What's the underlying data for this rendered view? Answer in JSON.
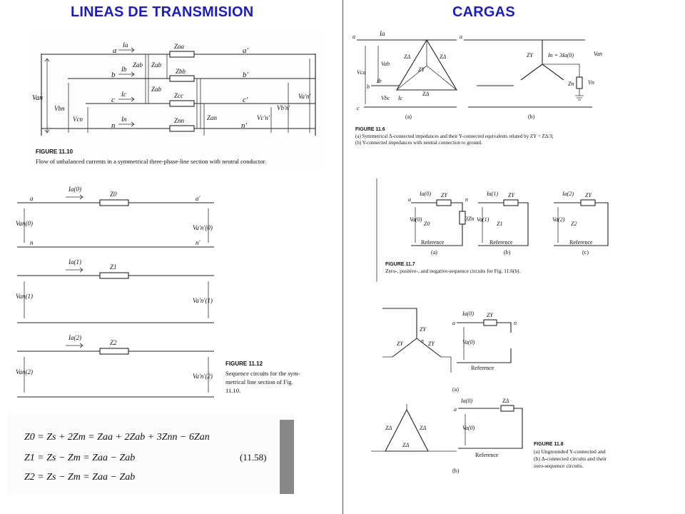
{
  "headings": {
    "left": "LINEAS DE TRANSMISION",
    "right": "CARGAS"
  },
  "fig_11_10": {
    "label": "FIGURE 11.10",
    "caption": "Flow of unbalanced currents in a symmetrical three-phase-line section with neutral conductor.",
    "nodes": {
      "a": "a",
      "b": "b",
      "c": "c",
      "n": "n",
      "a2": "a'",
      "b2": "b'",
      "c2": "c'",
      "n2": "n'"
    },
    "impedances": {
      "aa": "Zaa",
      "bb": "Zbb",
      "cc": "Zcc",
      "nn": "Znn",
      "ab1": "Zab",
      "ab2": "Zab",
      "ab3": "Zab",
      "an": "Zan"
    },
    "currents": {
      "a": "Ia",
      "b": "Ib",
      "c": "Ic",
      "n": "In"
    },
    "voltages": {
      "an": "Van",
      "bn": "Vbn",
      "cn": "Vcn",
      "a2n2": "Va'n'",
      "b2n2": "Vb'n'",
      "c2n2": "Vc'n'"
    }
  },
  "fig_11_12": {
    "label": "FIGURE 11.12",
    "caption": [
      "Sequence circuits for the sym-",
      "metrical line section of Fig.",
      "11.10."
    ],
    "circuits": [
      {
        "current": "Ia(0)",
        "impedance": "Z0",
        "v_left": "Van(0)",
        "v_right": "Va'n'(0)"
      },
      {
        "current": "Ia(1)",
        "impedance": "Z1",
        "v_left": "Van(1)",
        "v_right": "Va'n'(1)"
      },
      {
        "current": "Ia(2)",
        "impedance": "Z2",
        "v_left": "Van(2)",
        "v_right": "Va'n'(2)"
      }
    ],
    "nodes": {
      "a": "a",
      "a2": "a'",
      "n": "n",
      "n2": "n'"
    }
  },
  "equations": {
    "eq0": "Z0 = Zs + 2Zm = Zaa + 2Zab + 3Znn − 6Zan",
    "eq1": "Z1 = Zs − Zm = Zaa − Zab",
    "eq2": "Z2 = Zs − Zm = Zaa − Zab",
    "number": "(11.58)"
  },
  "fig_11_6": {
    "label": "FIGURE 11.6",
    "caption_a": "(a) Symmetrical Δ-connected impedances and their Y-connected equivalents related by ZY = ZΔ/3;",
    "caption_b": "(b) Y-connected impedances with neutral connection to ground.",
    "sub_a": "(a)",
    "sub_b": "(b)",
    "labels": {
      "ia": "Ia",
      "ib": "Ib",
      "ic": "Ic",
      "vab": "Vab",
      "vbc": "Vbc",
      "vca": "Vca",
      "zd": "ZΔ",
      "zy": "ZY",
      "in_eq": "In = 3Ia(0)",
      "vn": "Vn",
      "zn": "Zn",
      "van": "Van",
      "a": "a",
      "b": "b",
      "c": "c"
    }
  },
  "fig_11_7": {
    "label": "FIGURE 11.7",
    "caption": "Zero-, positive-, and negative-sequence circuits for Fig. 11.6(b).",
    "circuits": [
      {
        "current": "Ia(0)",
        "zy": "ZY",
        "v": "Va(0)",
        "z": "Z0",
        "extra": "3Zn",
        "ref": "Reference",
        "sub": "(a)"
      },
      {
        "current": "Ia(1)",
        "zy": "ZY",
        "v": "Va(1)",
        "z": "Z1",
        "extra": "",
        "ref": "Reference",
        "sub": "(b)"
      },
      {
        "current": "Ia(2)",
        "zy": "ZY",
        "v": "Va(2)",
        "z": "Z2",
        "extra": "",
        "ref": "Reference",
        "sub": "(c)"
      }
    ],
    "nodes": {
      "a": "a",
      "n": "n"
    }
  },
  "fig_11_8": {
    "label": "FIGURE 11.8",
    "caption": [
      "(a) Ungrounded Y-connected and",
      "(b) Δ-connected circuits and their",
      "zero-sequence circuits."
    ],
    "labels": {
      "zy": "ZY",
      "zd": "ZΔ",
      "n": "n",
      "a": "a",
      "ia0": "Ia(0)",
      "va0": "Va(0)",
      "ref": "Reference",
      "sub_a": "(a)",
      "sub_b": "(b)"
    }
  }
}
